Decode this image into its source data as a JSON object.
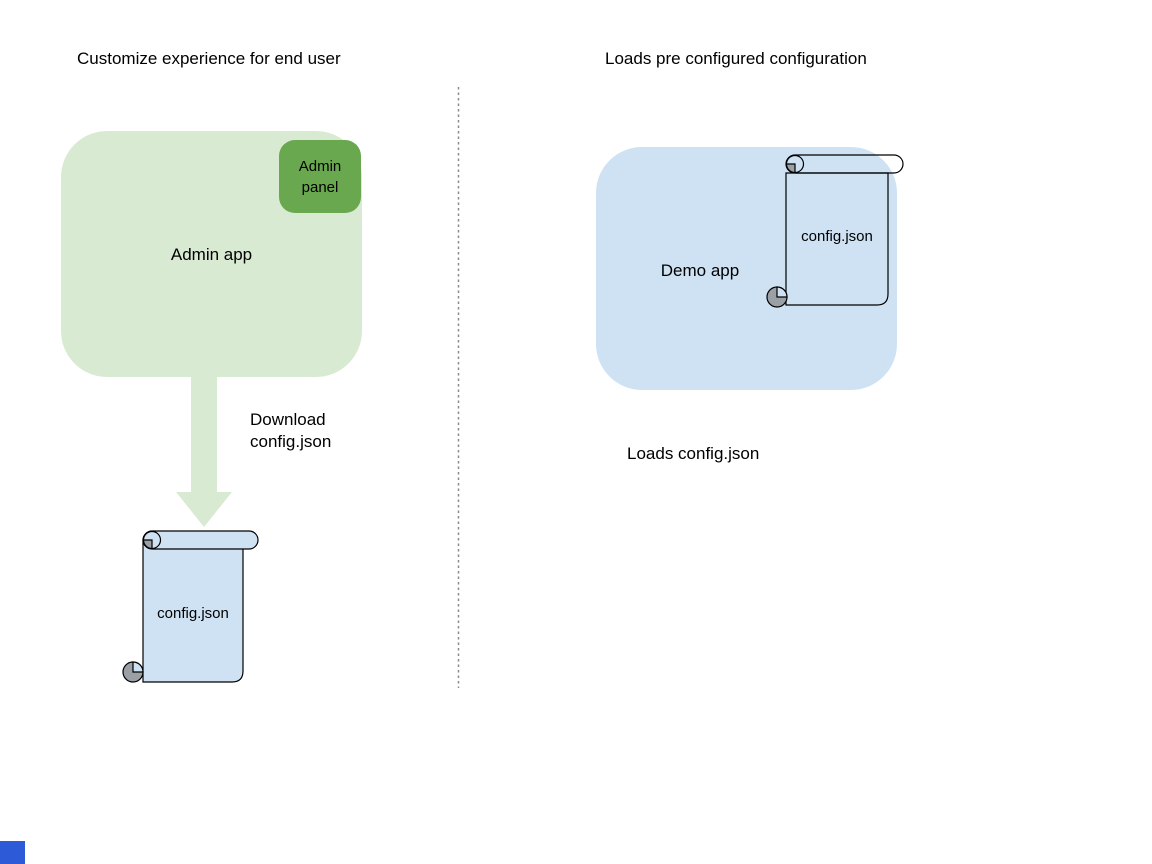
{
  "left": {
    "title": "Customize experience for end user",
    "admin_app_label": "Admin app",
    "admin_panel_lines": [
      "Admin",
      "panel"
    ],
    "download_caption_lines": [
      "Download",
      "config.json"
    ],
    "config_file_label": "config.json"
  },
  "right": {
    "title": "Loads pre configured configuration",
    "demo_app_label": "Demo app",
    "config_file_label": "config.json",
    "loads_caption": "Loads config.json"
  },
  "colors": {
    "app_green": "#d9ead3",
    "panel_green": "#6aa84f",
    "app_blue": "#cfe2f3",
    "scroll_fill_blue": "#cfe2f3",
    "curl_gray": "#9aa0a6",
    "divider_gray": "#8a8a8a",
    "corner_marker_blue": "#2d5bd8",
    "text": "#000000"
  },
  "icons": {
    "arrow": "down-arrow-icon",
    "left_file": "scroll-document-icon",
    "right_file": "scroll-document-icon"
  }
}
